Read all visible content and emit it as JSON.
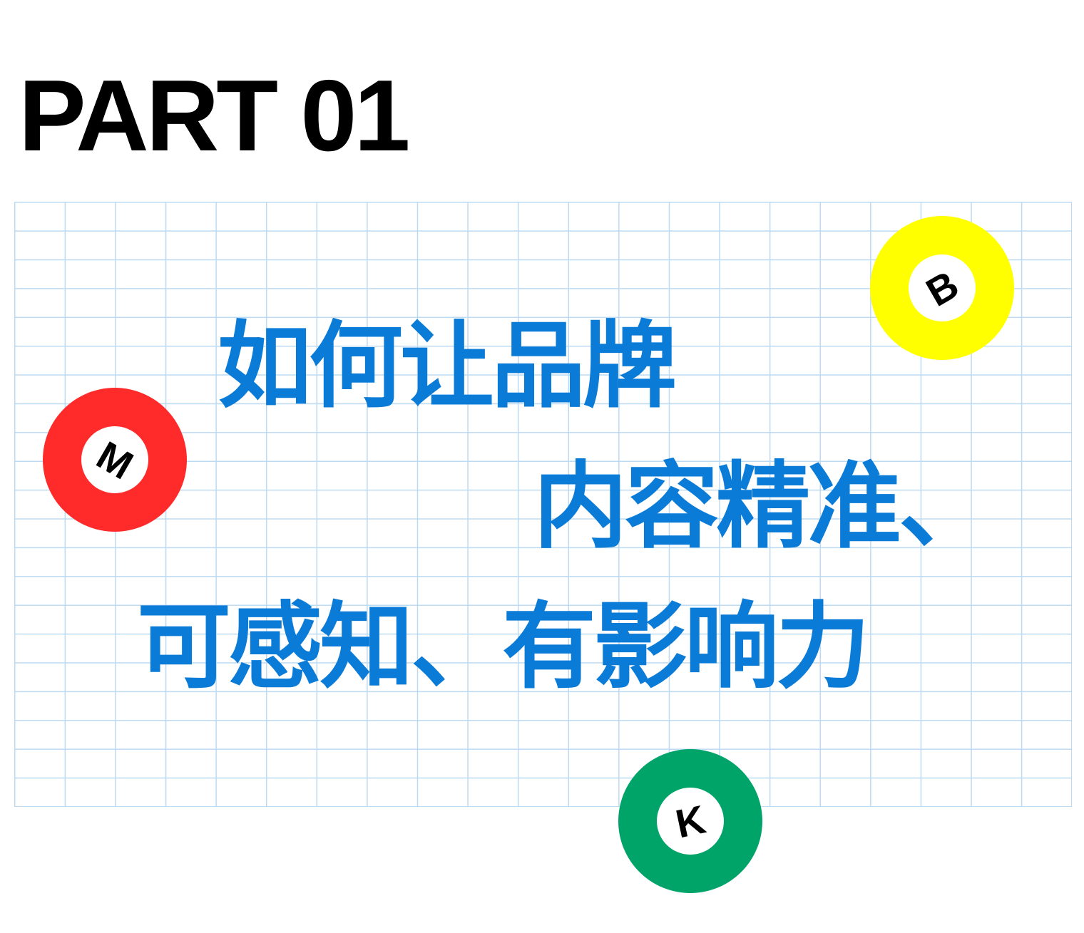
{
  "heading": "PART 01",
  "title_lines": [
    "如何让品牌",
    "内容精准、",
    "可感知、有影响力"
  ],
  "badges": [
    {
      "letter": "B",
      "color": "#ffff00"
    },
    {
      "letter": "M",
      "color": "#ff2a2a"
    },
    {
      "letter": "K",
      "color": "#00a468"
    }
  ],
  "colors": {
    "title": "#0b7bd8",
    "grid": "#bcdaf2"
  }
}
